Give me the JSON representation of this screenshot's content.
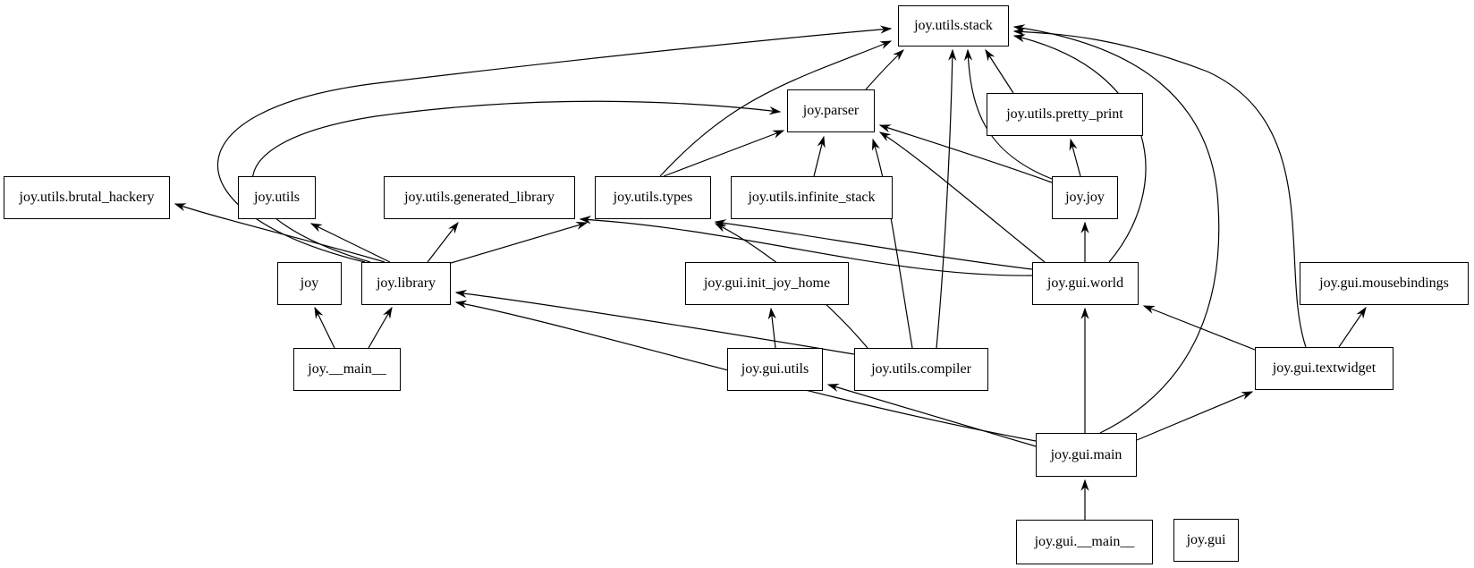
{
  "diagram": {
    "kind": "module-dependency-graph",
    "background_color": "#ffffff",
    "node_fill_color": "#ffffff",
    "node_border_color": "#000000",
    "edge_color": "#000000",
    "nodes": [
      {
        "id": "stack",
        "label": "joy.utils.stack"
      },
      {
        "id": "parser",
        "label": "joy.parser"
      },
      {
        "id": "pretty_print",
        "label": "joy.utils.pretty_print"
      },
      {
        "id": "brutal_hackery",
        "label": "joy.utils.brutal_hackery"
      },
      {
        "id": "utils",
        "label": "joy.utils"
      },
      {
        "id": "generated_library",
        "label": "joy.utils.generated_library"
      },
      {
        "id": "types",
        "label": "joy.utils.types"
      },
      {
        "id": "infinite_stack",
        "label": "joy.utils.infinite_stack"
      },
      {
        "id": "joy_joy",
        "label": "joy.joy"
      },
      {
        "id": "joy",
        "label": "joy"
      },
      {
        "id": "library",
        "label": "joy.library"
      },
      {
        "id": "init_joy_home",
        "label": "joy.gui.init_joy_home"
      },
      {
        "id": "world",
        "label": "joy.gui.world"
      },
      {
        "id": "mousebindings",
        "label": "joy.gui.mousebindings"
      },
      {
        "id": "joy_main",
        "label": "joy.__main__"
      },
      {
        "id": "gui_utils",
        "label": "joy.gui.utils"
      },
      {
        "id": "compiler",
        "label": "joy.utils.compiler"
      },
      {
        "id": "textwidget",
        "label": "joy.gui.textwidget"
      },
      {
        "id": "gui_main",
        "label": "joy.gui.main"
      },
      {
        "id": "gui_main_dunder",
        "label": "joy.gui.__main__"
      },
      {
        "id": "gui",
        "label": "joy.gui"
      }
    ],
    "edges": [
      {
        "from": "joy_main",
        "to": "joy"
      },
      {
        "from": "joy_main",
        "to": "library"
      },
      {
        "from": "library",
        "to": "brutal_hackery"
      },
      {
        "from": "library",
        "to": "utils"
      },
      {
        "from": "library",
        "to": "generated_library"
      },
      {
        "from": "library",
        "to": "types"
      },
      {
        "from": "library",
        "to": "parser"
      },
      {
        "from": "library",
        "to": "stack"
      },
      {
        "from": "parser",
        "to": "stack"
      },
      {
        "from": "types",
        "to": "parser"
      },
      {
        "from": "types",
        "to": "stack"
      },
      {
        "from": "infinite_stack",
        "to": "parser"
      },
      {
        "from": "pretty_print",
        "to": "stack"
      },
      {
        "from": "joy_joy",
        "to": "parser"
      },
      {
        "from": "joy_joy",
        "to": "stack"
      },
      {
        "from": "joy_joy",
        "to": "pretty_print"
      },
      {
        "from": "compiler",
        "to": "parser"
      },
      {
        "from": "compiler",
        "to": "stack"
      },
      {
        "from": "compiler",
        "to": "types"
      },
      {
        "from": "compiler",
        "to": "library"
      },
      {
        "from": "world",
        "to": "joy_joy"
      },
      {
        "from": "world",
        "to": "parser"
      },
      {
        "from": "world",
        "to": "stack"
      },
      {
        "from": "world",
        "to": "types"
      },
      {
        "from": "world",
        "to": "generated_library"
      },
      {
        "from": "gui_main",
        "to": "library"
      },
      {
        "from": "gui_main",
        "to": "gui_utils"
      },
      {
        "from": "gui_main",
        "to": "world"
      },
      {
        "from": "gui_main",
        "to": "textwidget"
      },
      {
        "from": "gui_main",
        "to": "stack"
      },
      {
        "from": "textwidget",
        "to": "world"
      },
      {
        "from": "textwidget",
        "to": "mousebindings"
      },
      {
        "from": "textwidget",
        "to": "stack"
      },
      {
        "from": "gui_utils",
        "to": "init_joy_home"
      },
      {
        "from": "gui_main_dunder",
        "to": "gui_main"
      }
    ]
  }
}
